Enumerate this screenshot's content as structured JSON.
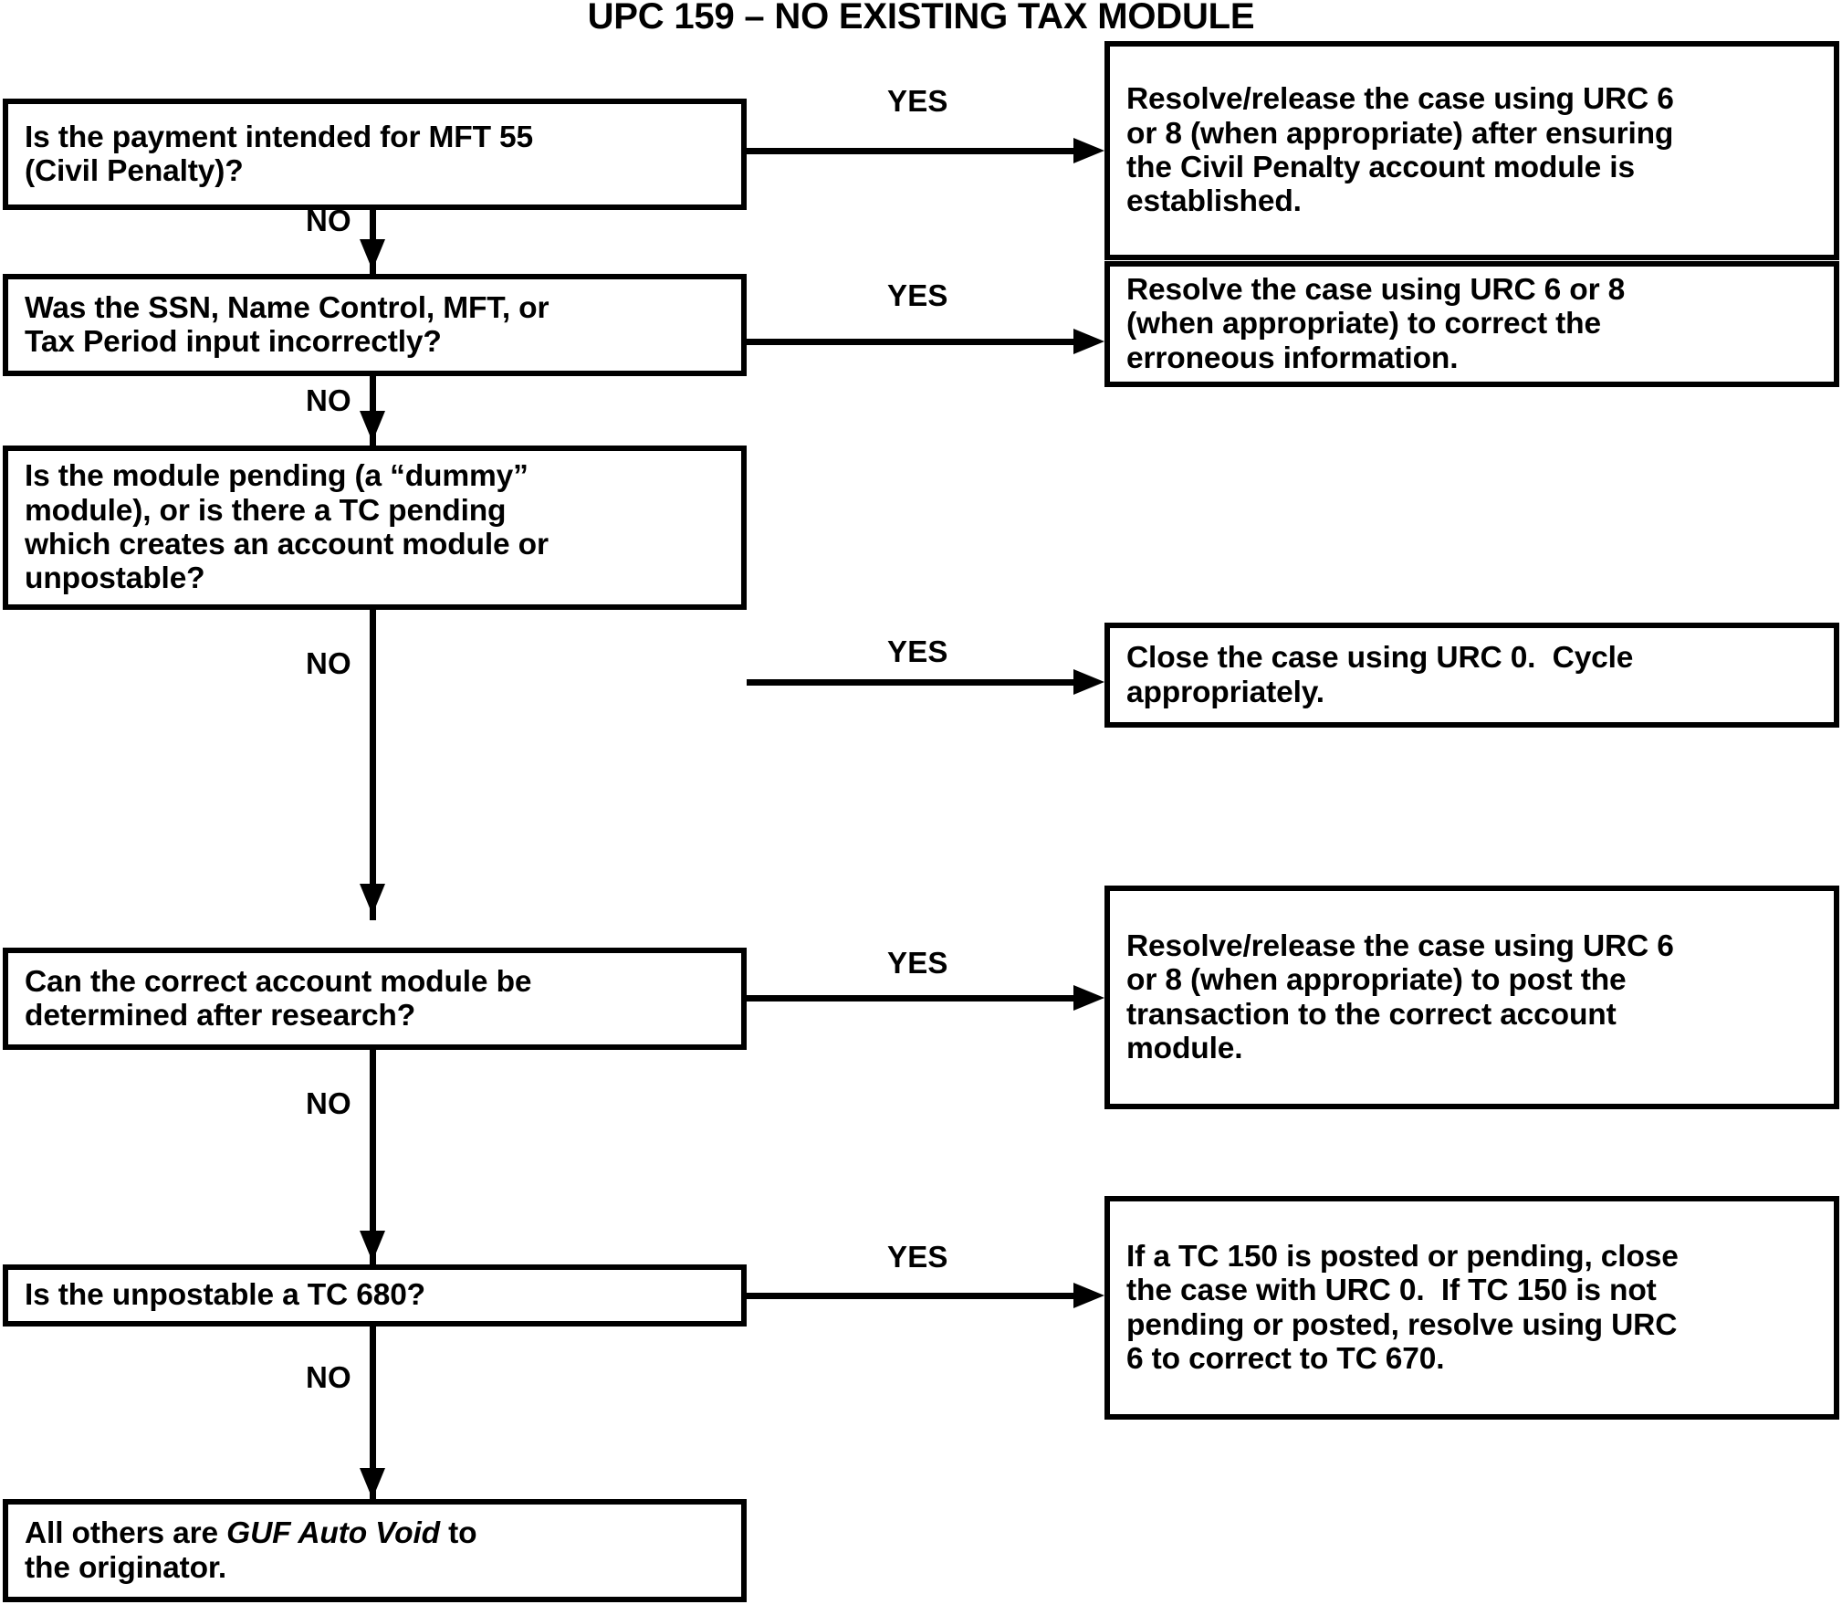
{
  "title": "UPC 159 – NO EXISTING TAX MODULE",
  "chart_data": {
    "type": "diagram",
    "diagram_kind": "decision-flowchart",
    "title": "UPC 159 – NO EXISTING TAX MODULE",
    "orientation": "top-to-bottom with right branches",
    "edge_labels": [
      "YES",
      "NO"
    ],
    "nodes": [
      {
        "id": "q1",
        "kind": "decision",
        "text": "Is the payment intended for MFT 55 (Civil Penalty)?"
      },
      {
        "id": "a1",
        "kind": "action",
        "text": "Resolve/release the case using URC 6 or 8 (when appropriate) after ensuring the Civil Penalty account module is established."
      },
      {
        "id": "q2",
        "kind": "decision",
        "text": "Was the SSN, Name Control, MFT, or Tax Period input incorrectly?"
      },
      {
        "id": "a2",
        "kind": "action",
        "text": "Resolve the case using URC 6 or 8 (when appropriate) to correct the erroneous information."
      },
      {
        "id": "q3",
        "kind": "decision",
        "text": "Is the module pending (a “dummy” module), or is there a TC pending which creates an account module or unpostable?"
      },
      {
        "id": "a3",
        "kind": "action",
        "text": "Close the case using URC 0.  Cycle appropriately."
      },
      {
        "id": "q4",
        "kind": "decision",
        "text": "Can the correct account module be determined after research?"
      },
      {
        "id": "a4",
        "kind": "action",
        "text": "Resolve/release the case using URC 6 or 8 (when appropriate) to post the transaction to the correct account module."
      },
      {
        "id": "q5",
        "kind": "decision",
        "text": "Is the unpostable a TC 680?"
      },
      {
        "id": "a5",
        "kind": "action",
        "text": "If a TC 150 is posted or pending, close the case with URC 0.  If TC 150 is not pending or posted, resolve using URC 6 to correct to TC 670."
      },
      {
        "id": "end",
        "kind": "terminal",
        "text": "All others are GUF Auto Void to the originator."
      }
    ],
    "edges": [
      {
        "from": "q1",
        "to": "a1",
        "label": "YES"
      },
      {
        "from": "q1",
        "to": "q2",
        "label": "NO"
      },
      {
        "from": "q2",
        "to": "a2",
        "label": "YES"
      },
      {
        "from": "q2",
        "to": "q3",
        "label": "NO"
      },
      {
        "from": "q3",
        "to": "a3",
        "label": "YES"
      },
      {
        "from": "q3",
        "to": "q4",
        "label": "NO"
      },
      {
        "from": "q4",
        "to": "a4",
        "label": "YES"
      },
      {
        "from": "q4",
        "to": "q5",
        "label": "NO"
      },
      {
        "from": "q5",
        "to": "a5",
        "label": "YES"
      },
      {
        "from": "q5",
        "to": "end",
        "label": "NO"
      }
    ]
  },
  "boxes": {
    "q1": {
      "line1": "Is the payment intended for MFT 55",
      "line2": "(Civil Penalty)?"
    },
    "a1": {
      "line1": "Resolve/release the case using URC 6",
      "line2": "or 8 (when appropriate) after ensuring",
      "line3": "the Civil Penalty account module is",
      "line4": "established."
    },
    "q2": {
      "line1": "Was the SSN, Name Control, MFT, or",
      "line2": "Tax Period input incorrectly?"
    },
    "a2": {
      "line1": "Resolve the case using URC 6 or 8",
      "line2": "(when appropriate) to correct the",
      "line3": "erroneous information."
    },
    "q3": {
      "line1": "Is the module pending (a “dummy”",
      "line2": "module), or is there a TC pending",
      "line3": "which creates an account module or",
      "line4": "unpostable?"
    },
    "a3": {
      "line1": "Close the case using URC 0.  Cycle",
      "line2": "appropriately."
    },
    "q4": {
      "line1": "Can the correct account module be",
      "line2": "determined after research?"
    },
    "a4": {
      "line1": "Resolve/release the case using URC 6",
      "line2": "or 8 (when appropriate) to post the",
      "line3": "transaction to the correct account",
      "line4": "module."
    },
    "q5": {
      "line1": "Is the unpostable a TC 680?"
    },
    "a5": {
      "line1": "If a TC 150 is posted or pending, close",
      "line2": "the case with URC 0.  If TC 150 is not",
      "line3": "pending or posted, resolve using URC",
      "line4": "6 to correct to TC 670."
    },
    "end": {
      "line1a": "All others are ",
      "line1b": "GUF Auto Void",
      "line1c": " to",
      "line2": "the originator."
    }
  },
  "labels": {
    "yes1": "YES",
    "yes2": "YES",
    "yes3": "YES",
    "yes4": "YES",
    "yes5": "YES",
    "no1": "NO",
    "no2": "NO",
    "no3": "NO",
    "no4": "NO",
    "no5": "NO"
  },
  "colors": {
    "stroke": "#000000",
    "fill": "#ffffff",
    "text": "#000000"
  }
}
